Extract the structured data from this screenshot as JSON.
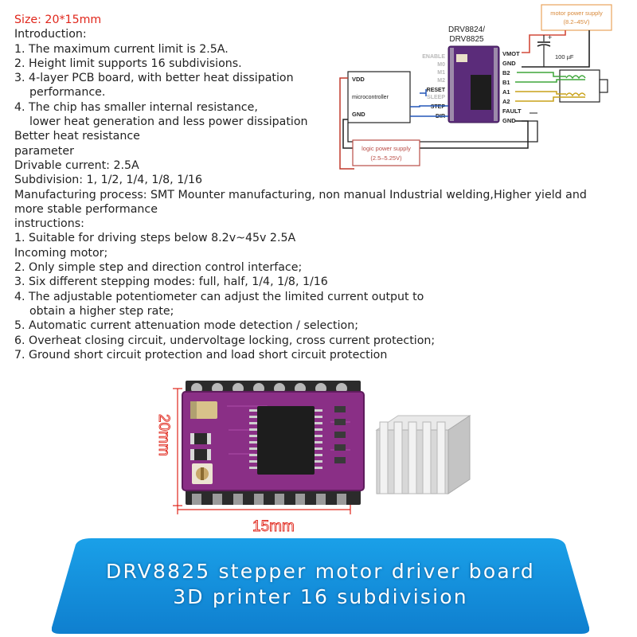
{
  "spec": {
    "size": "Size: 20*15mm",
    "lines": [
      "Introduction:",
      "1. The maximum current limit is 2.5A.",
      "2. Height limit supports 16 subdivisions.",
      "3. 4-layer PCB board, with better heat dissipation",
      "performance.",
      "4. The chip has smaller internal resistance,",
      "lower heat generation and less power dissipation",
      "Better heat resistance",
      "parameter",
      "Drivable current: 2.5A",
      "Subdivision: 1, 1/2, 1/4, 1/8, 1/16",
      "Manufacturing process: SMT Mounter manufacturing, non manual Industrial welding,Higher yield and more stable performance",
      "instructions:",
      "1. Suitable for driving steps below 8.2v~45v 2.5A",
      "Incoming motor;",
      "2. Only simple step and direction control interface;",
      "3. Six different stepping modes: full, half, 1/4, 1/8, 1/16",
      "4. The adjustable potentiometer can adjust the limited current output to",
      "obtain a higher step rate;",
      "5. Automatic current attenuation mode detection / selection;",
      "6. Overheat closing circuit, undervoltage locking, cross current protection;",
      "7. Ground short circuit protection and load short circuit protection"
    ]
  },
  "wiring": {
    "chip_title_1": "DRV8824/",
    "chip_title_2": "DRV8825",
    "motor_supply_1": "motor power supply",
    "motor_supply_2": "(8.2–45V)",
    "logic_supply_1": "logic power supply",
    "logic_supply_2": "(2.5–5.25V)",
    "cap": "100 µF",
    "plus": "+",
    "mc_vdd": "VDD",
    "mc_name": "microcontroller",
    "mc_gnd": "GND",
    "left_pins": [
      "ENABLE",
      "M0",
      "M1",
      "M2",
      "RESET",
      "SLEEP",
      "STEP",
      "DIR"
    ],
    "right_pins": [
      "VMOT",
      "GND",
      "B2",
      "B1",
      "A1",
      "A2",
      "FAULT",
      "GND"
    ]
  },
  "photo": {
    "height_label": "20mm",
    "width_label": "15mm"
  },
  "banner": {
    "line1": "DRV8825 stepper motor driver board",
    "line2": "3D printer 16 subdivision"
  },
  "colors": {
    "red_text": "#e0261b",
    "banner_blue": "#1e8fd8",
    "pcb_purple": "#8a2f86",
    "supply_box": "#e8a45c",
    "logic_box": "#b94d46",
    "b_wire": "#3ea63a",
    "a_wire": "#c9a21a"
  }
}
